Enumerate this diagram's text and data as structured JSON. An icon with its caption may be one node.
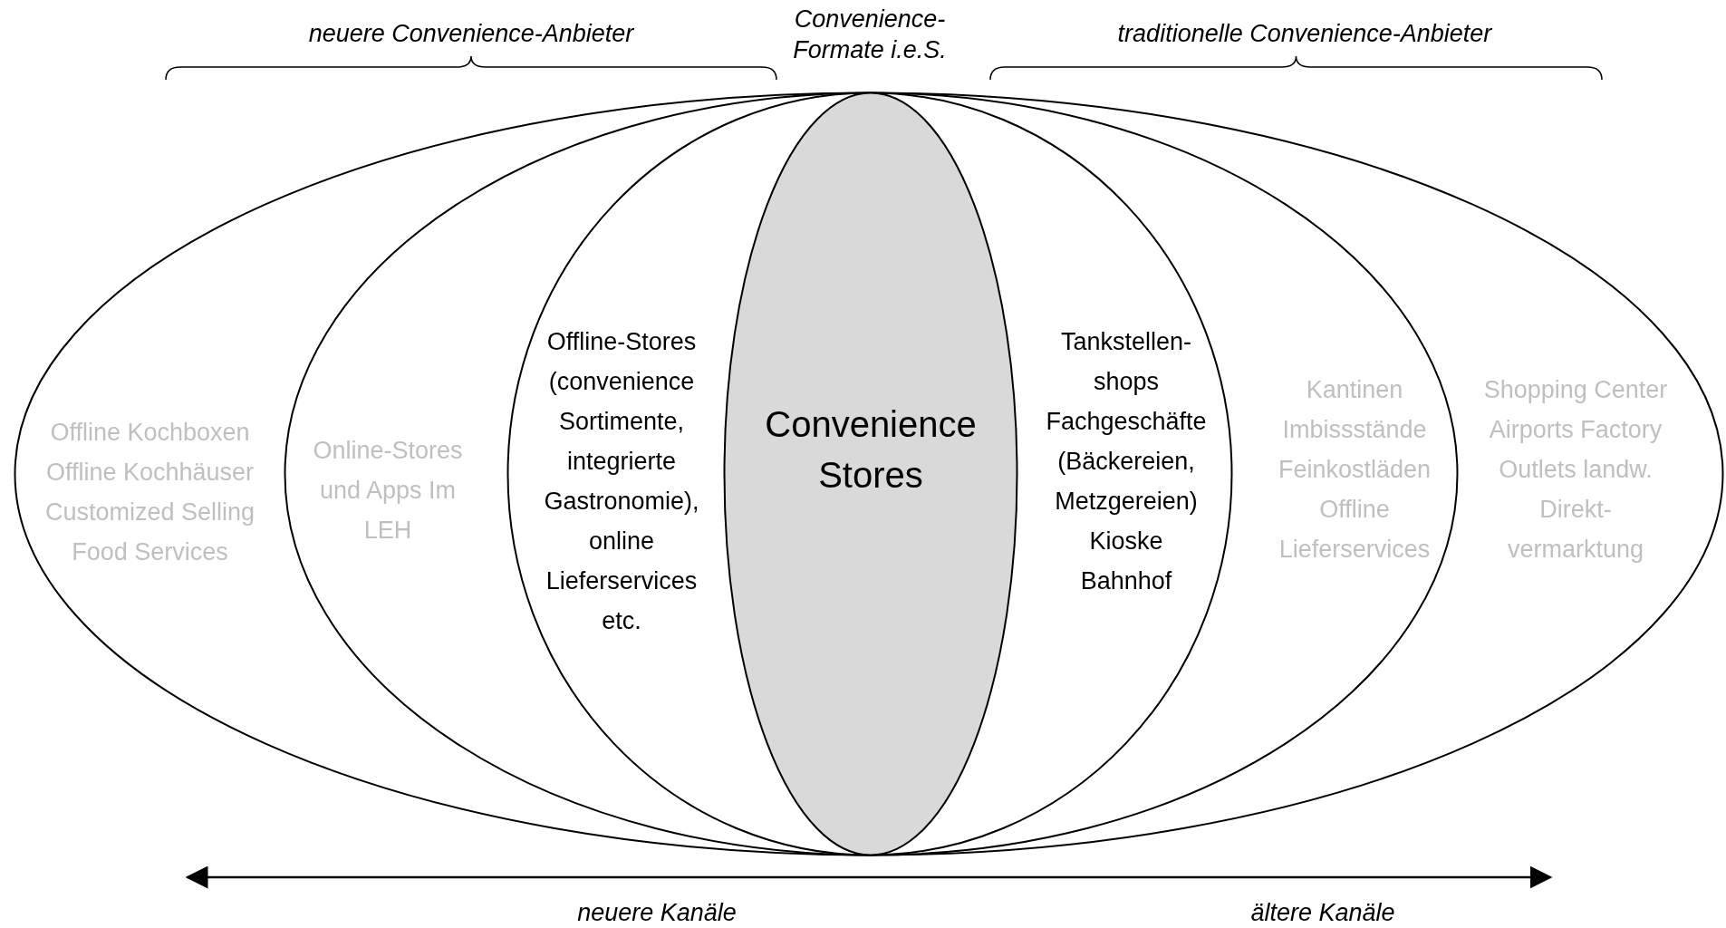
{
  "diagram": {
    "nodes": [
      {
        "text": [
          "Offline Kochboxen Offline Kochhäuser Customized Selling Food Services",
          "Shopping Center Airports Factory Outlets landw. Direkt-vermarktung"
        ]
      },
      {
        "text": [
          "Online-Stores und Apps Im LEH",
          "Kantinen Imbissstände Feinkostläden Offline Lieferservices"
        ],
        "in": 0
      },
      {
        "text": [
          "Offline-Stores (convenience Sortimente, integrierte Gastronomie), online Lieferservices etc.",
          "Tankstellen-shops Fachgeschäfte (Bäckereien, Metzgereien) Kioske Bahnhof"
        ],
        "in": 1
      },
      {
        "text": [
          "Convenience Stores"
        ],
        "in": 2
      }
    ],
    "edges": [],
    "labels": [
      "neuere Convenience-Anbieter",
      "Convenience-Formate i.e.S.",
      "traditionelle Convenience-Anbieter",
      "neuere Kanäle",
      "ältere Kanäle"
    ]
  }
}
